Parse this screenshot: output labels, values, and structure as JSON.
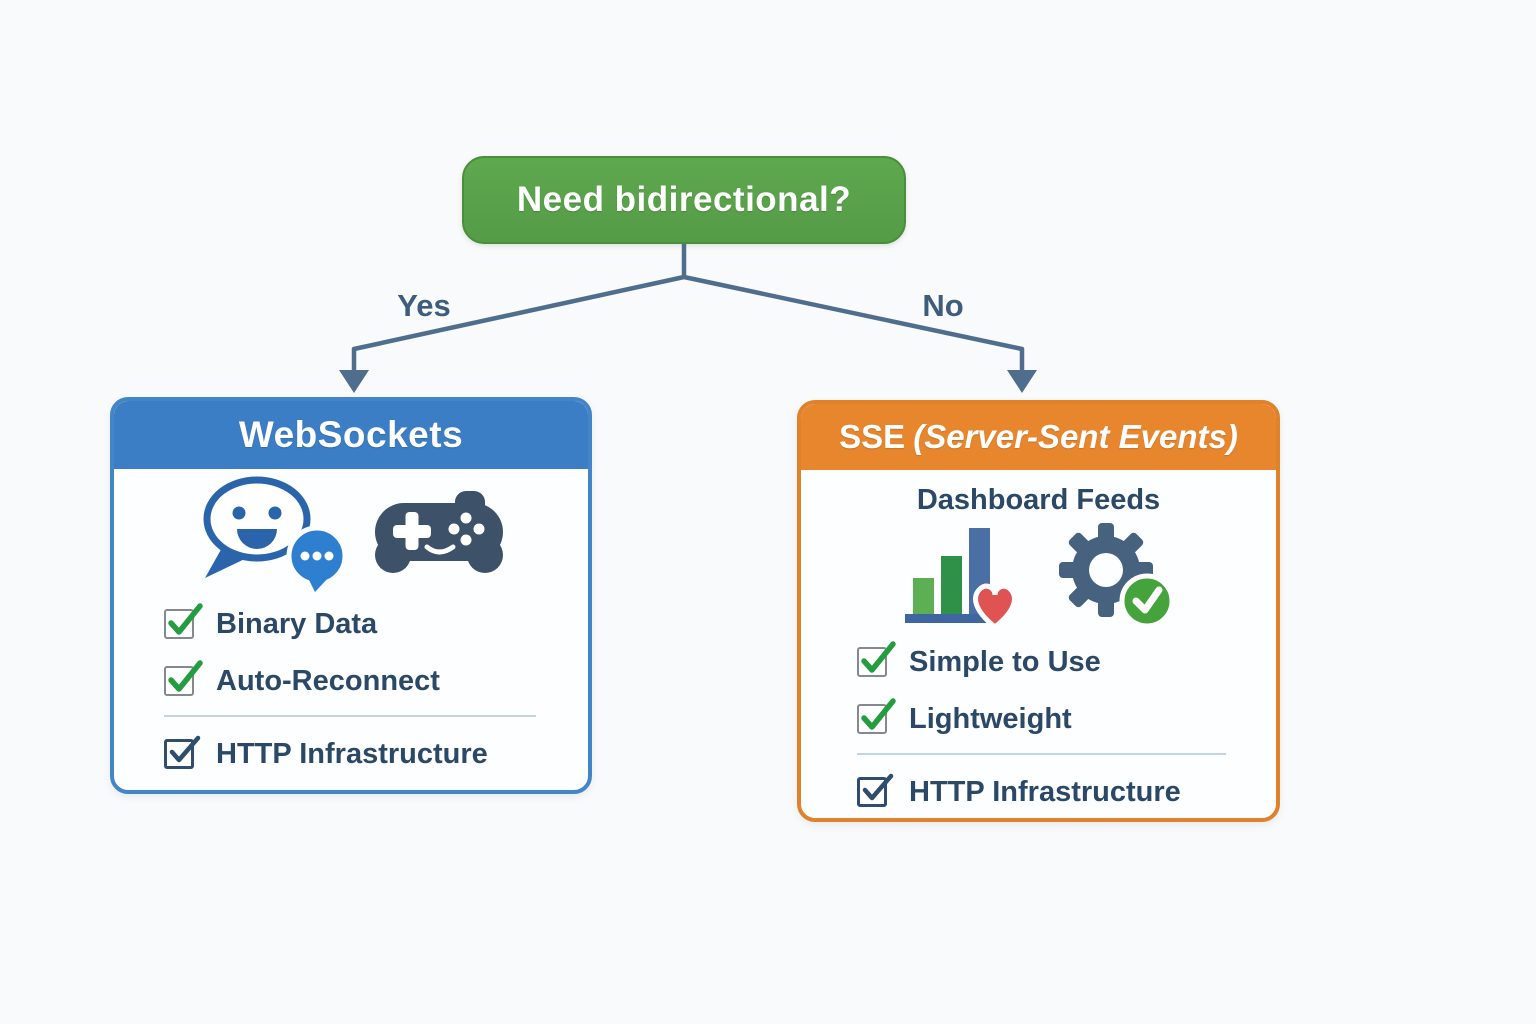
{
  "palette": {
    "background": "#f9fafb",
    "decision_green": "#58a14a",
    "decision_green_border": "#4a8e3c",
    "connector": "#4f6e8e",
    "branch_label": "#3e5c7c",
    "websockets_blue": "#3b7ec6",
    "sse_orange": "#e8862e",
    "item_text": "#2c4867",
    "check_green": "#249c40",
    "check_navy": "#2f4d6d",
    "divider": "#c5d3e0"
  },
  "decision": {
    "question": "Need bidirectional?"
  },
  "branches": {
    "yes_label": "Yes",
    "no_label": "No"
  },
  "websockets_card": {
    "title": "WebSockets",
    "icons": [
      "chat-bubbles-icon",
      "game-controller-icon"
    ],
    "items": [
      {
        "label": "Binary Data",
        "check_style": "green"
      },
      {
        "label": "Auto-Reconnect",
        "check_style": "green"
      },
      {
        "label": "HTTP Infrastructure",
        "check_style": "navy"
      }
    ]
  },
  "sse_card": {
    "title_main": "SSE",
    "title_paren": "(Server-Sent Events)",
    "subtitle": "Dashboard Feeds",
    "icons": [
      "bar-chart-heart-icon",
      "gear-check-icon"
    ],
    "items": [
      {
        "label": "Simple to Use",
        "check_style": "green"
      },
      {
        "label": "Lightweight",
        "check_style": "green"
      },
      {
        "label": "HTTP Infrastructure",
        "check_style": "navy"
      }
    ]
  }
}
